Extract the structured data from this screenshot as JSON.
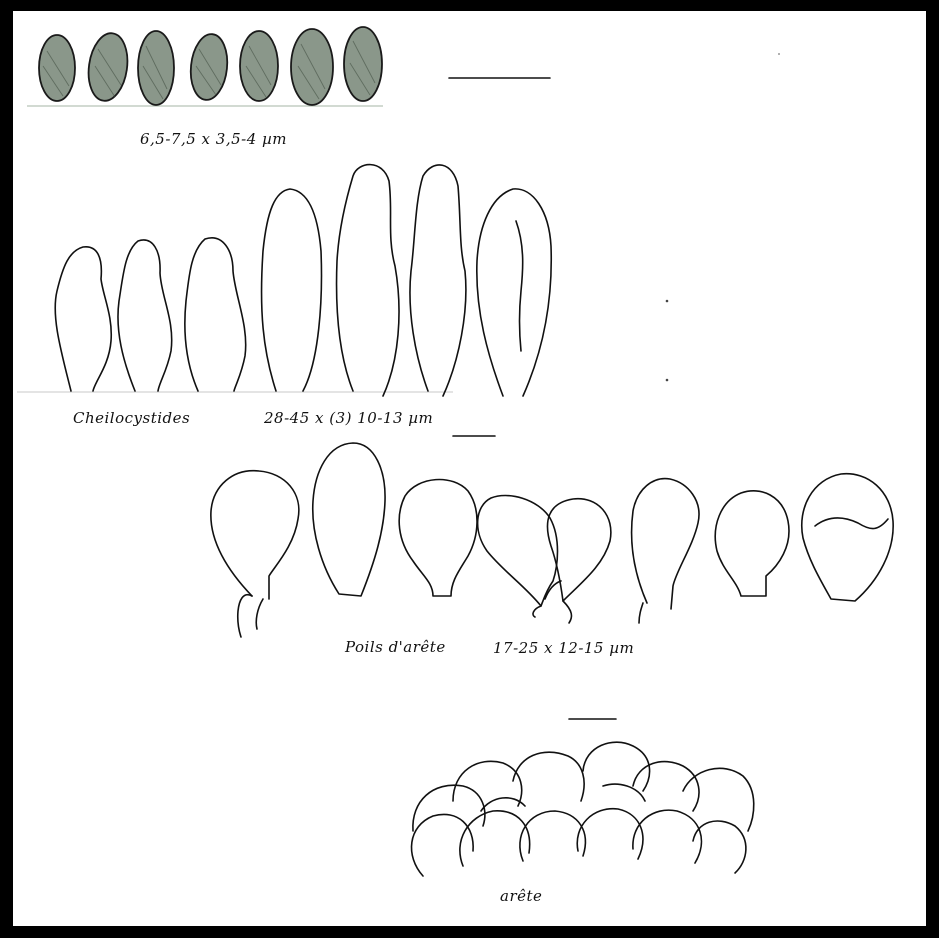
{
  "labels": {
    "spores": "6,5-7,5 x 3,5-4 µm",
    "cheilocystidia_name": "Cheilocystides",
    "cheilocystidia_size": "28-45 x (3) 10-13 µm",
    "hairs": "Poils d'arête",
    "hairs_size": "17-25 x 12-15 µm",
    "edge": "arête"
  },
  "colors": {
    "ink": "#111111",
    "spore_fill": "#8a978a",
    "paper": "#ffffff",
    "frame": "#000000"
  }
}
